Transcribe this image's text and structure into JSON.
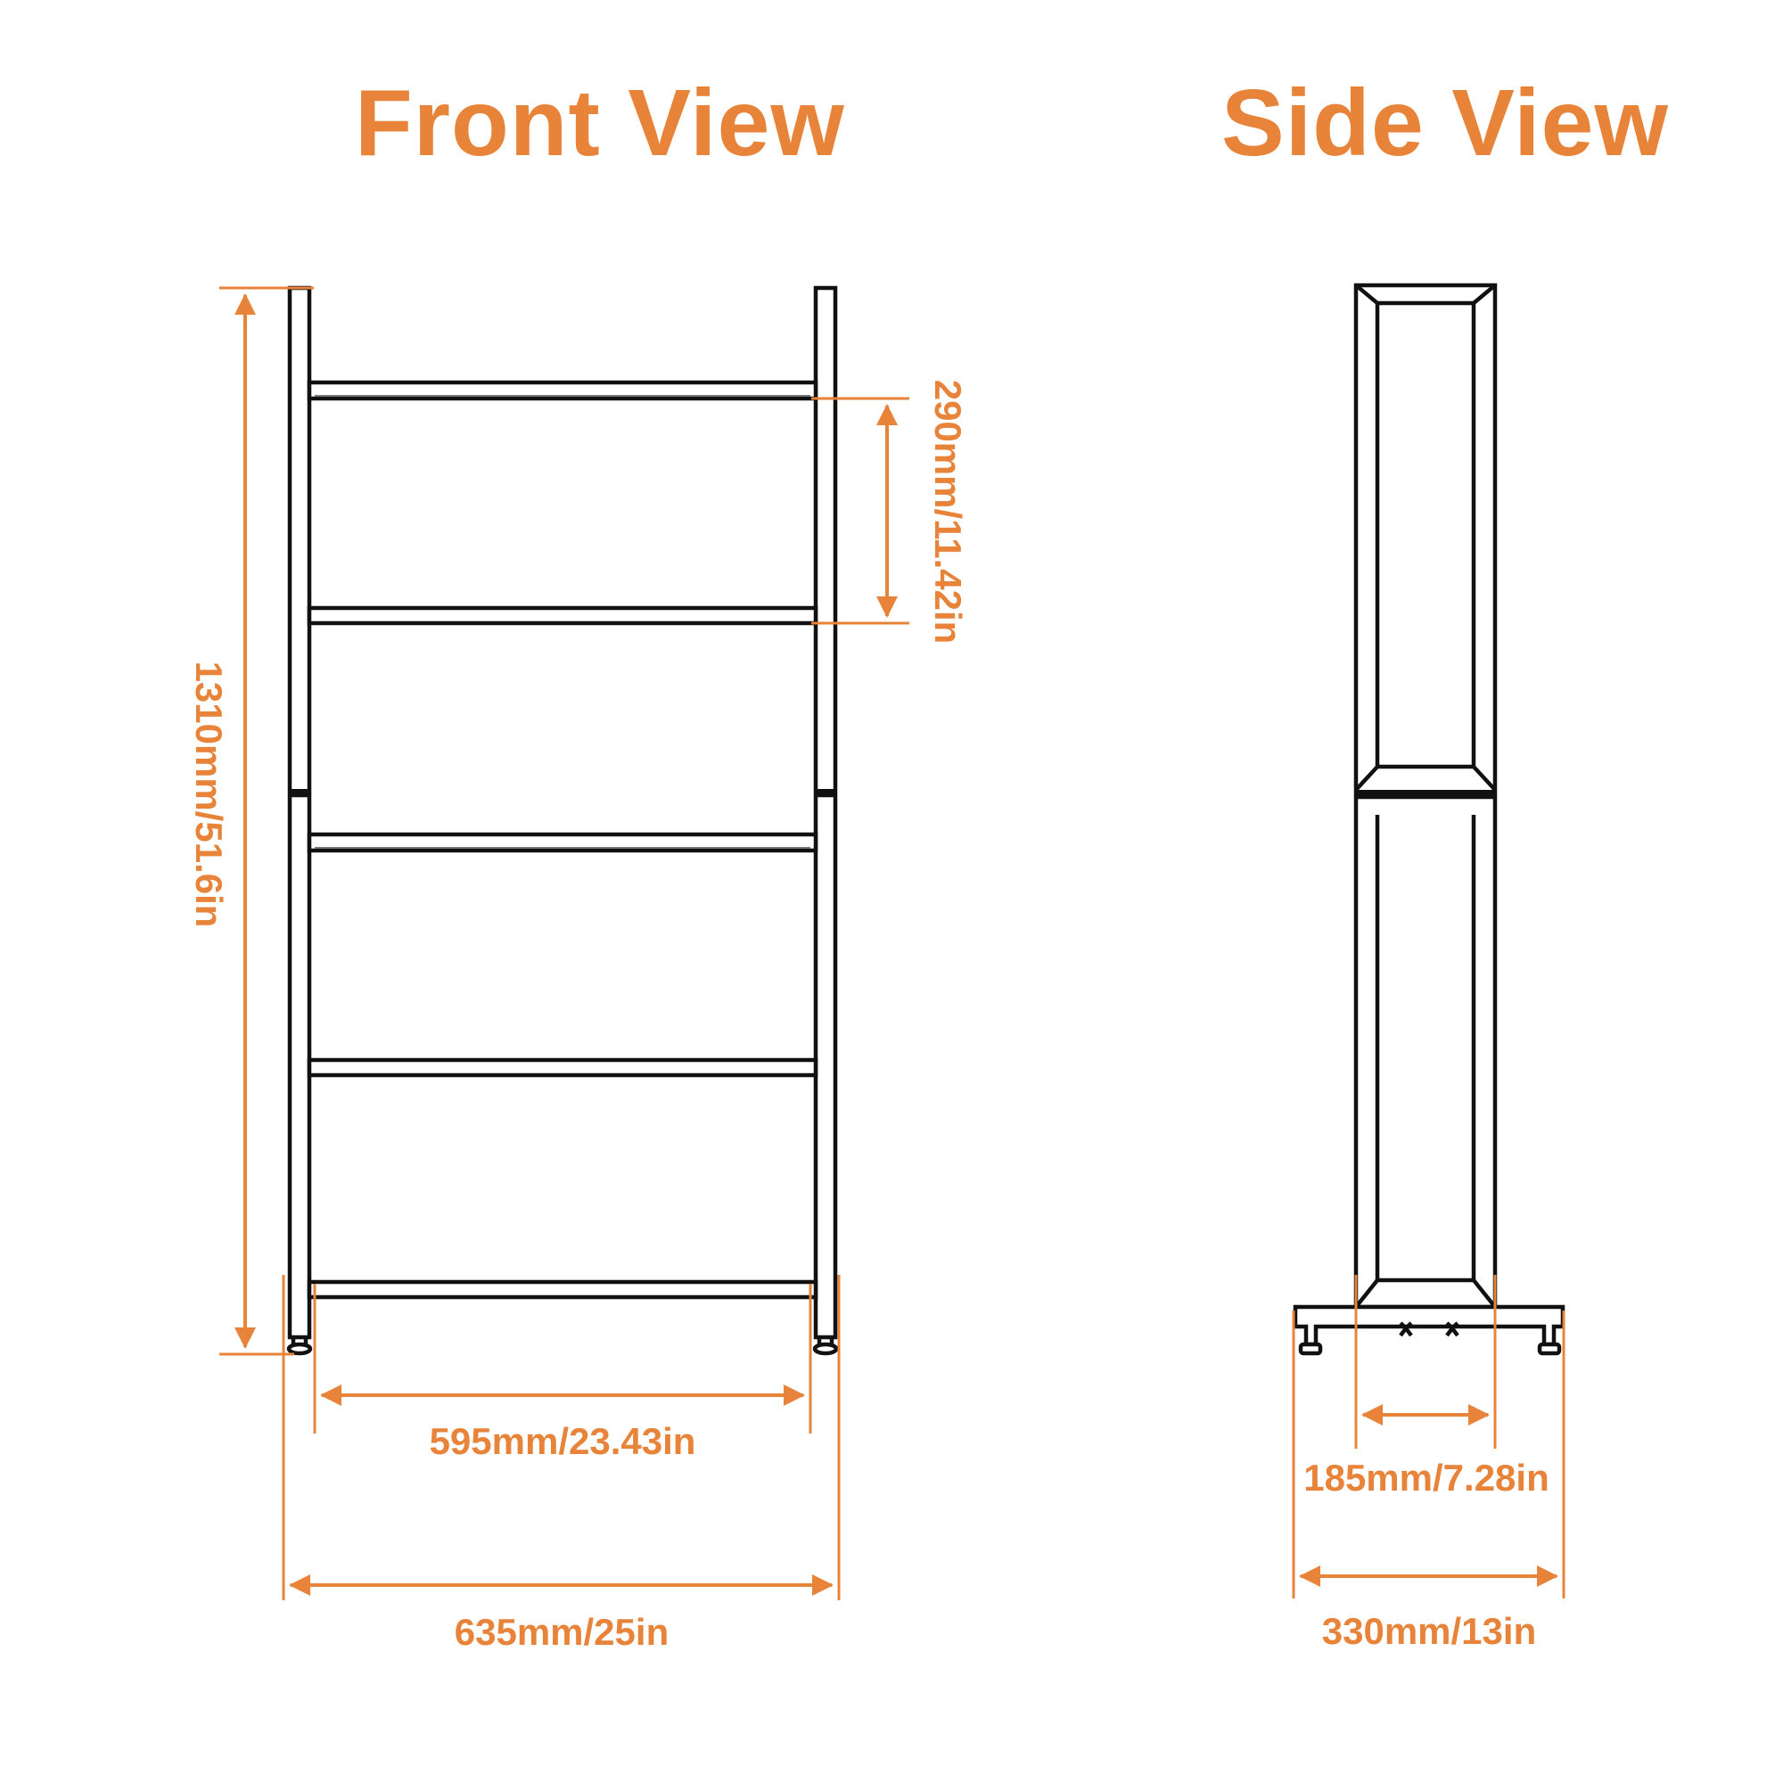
{
  "colors": {
    "accent": "#e8833a",
    "line": "#111111"
  },
  "front_view": {
    "title": "Front View",
    "dimensions": {
      "total_height": "1310mm/51.6in",
      "shelf_spacing": "290mm/11.42in",
      "inner_width": "595mm/23.43in",
      "outer_width": "635mm/25in"
    }
  },
  "side_view": {
    "title": "Side View",
    "dimensions": {
      "frame_depth": "185mm/7.28in",
      "base_depth": "330mm/13in"
    }
  }
}
